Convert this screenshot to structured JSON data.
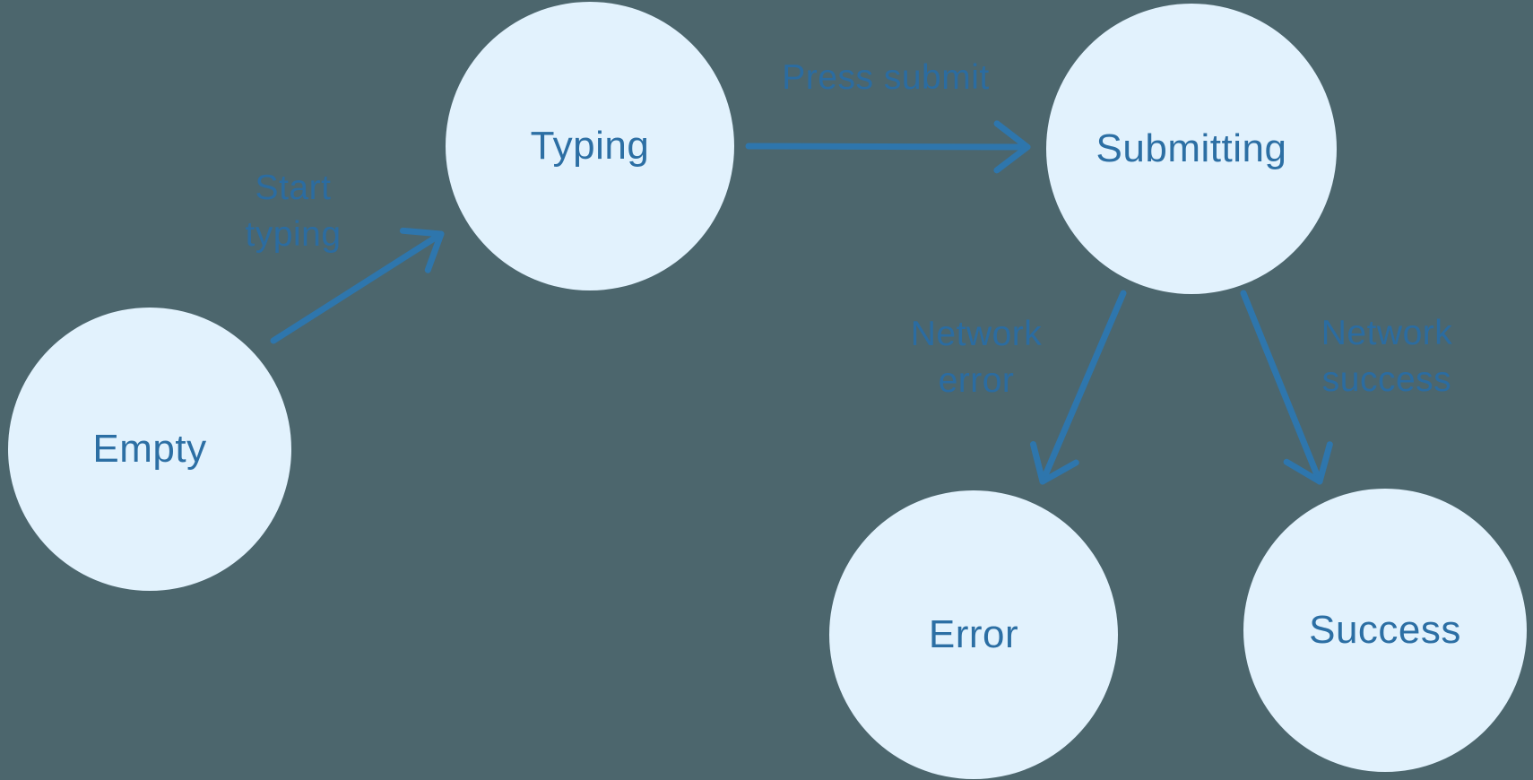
{
  "diagram": {
    "title": "",
    "background_color": "#4C666D",
    "node_fill_color": "#E2F2FD",
    "node_text_color": "#2C6FA4",
    "edge_label_color": "#2B6CA1",
    "arrow_color": "#2E76AD",
    "nodes": [
      {
        "id": "empty",
        "label": "Empty"
      },
      {
        "id": "typing",
        "label": "Typing"
      },
      {
        "id": "submitting",
        "label": "Submitting"
      },
      {
        "id": "error",
        "label": "Error"
      },
      {
        "id": "success",
        "label": "Success"
      }
    ],
    "edges": [
      {
        "from": "empty",
        "to": "typing",
        "label": "Start typing",
        "lines": [
          "Start",
          "typing"
        ]
      },
      {
        "from": "typing",
        "to": "submitting",
        "label": "Press submit",
        "lines": [
          "Press submit"
        ]
      },
      {
        "from": "submitting",
        "to": "error",
        "label": "Network error",
        "lines": [
          "Network",
          "error"
        ]
      },
      {
        "from": "submitting",
        "to": "success",
        "label": "Network success",
        "lines": [
          "Network",
          "success"
        ]
      }
    ]
  }
}
